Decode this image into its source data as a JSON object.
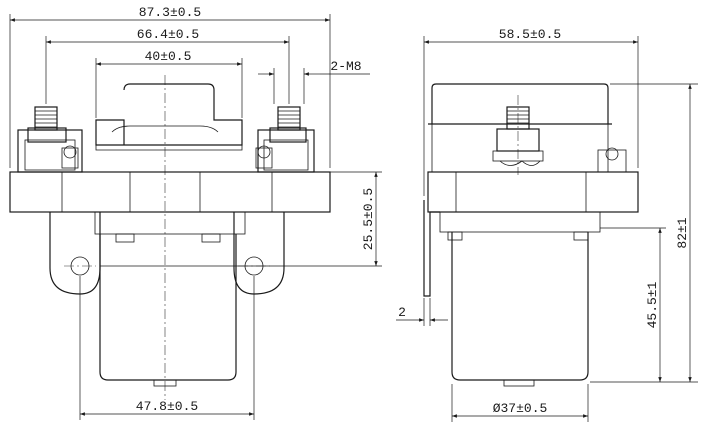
{
  "front_view": {
    "dims": {
      "overall_width": "87.3±0.5",
      "terminal_spacing": "66.4±0.5",
      "cover_width": "40±0.5",
      "thread_spec": "2-M8",
      "flange_height": "25.5±0.5",
      "coil_width": "47.8±0.5"
    }
  },
  "side_view": {
    "dims": {
      "overall_depth": "58.5±0.5",
      "overall_height": "82±1",
      "coil_height": "45.5±1",
      "bracket_thickness": "2",
      "coil_diameter": "Ø37±0.5"
    }
  },
  "colors": {
    "line": "#1a1a1a",
    "background": "#ffffff"
  }
}
